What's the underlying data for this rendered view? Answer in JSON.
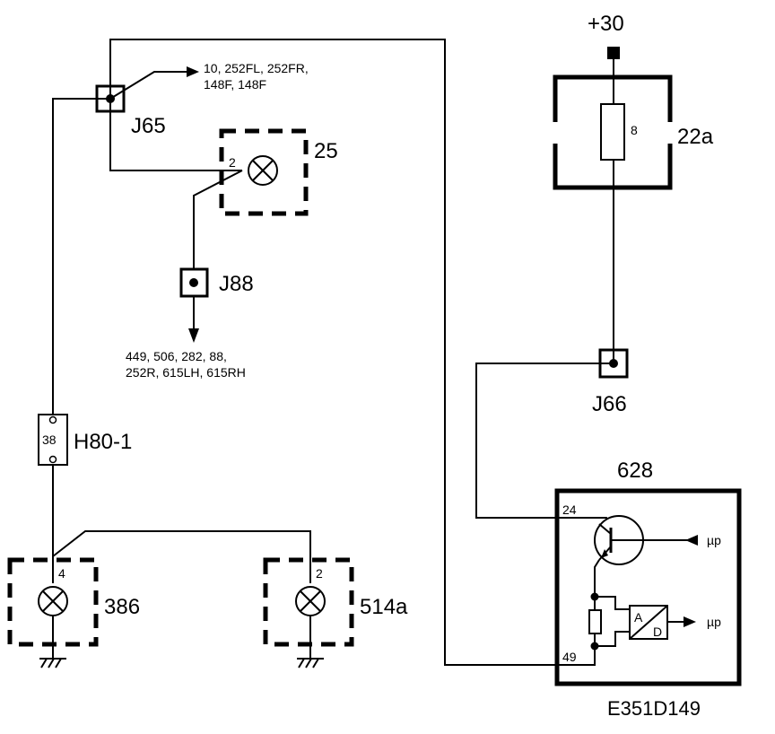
{
  "labels": {
    "supply": "+30",
    "j65": "J65",
    "j88": "J88",
    "j66": "J66",
    "h80": "H80-1",
    "c25": "25",
    "c22a": "22a",
    "c386": "386",
    "c514a": "514a",
    "c628": "628",
    "drawing_id": "E351D149",
    "j65_dest_line1": "10, 252FL, 252FR,",
    "j65_dest_line2": "148F, 148F",
    "j88_dest_line1": "449, 506, 282, 88,",
    "j88_dest_line2": "252R, 615LH, 615RH"
  },
  "pins": {
    "c25_pin": "2",
    "c22a_fuse": "8",
    "h80_pin": "38",
    "c386_pin": "4",
    "c514a_pin": "2",
    "c628_pin24": "24",
    "c628_pin49": "49",
    "adc_a": "A",
    "adc_d": "D",
    "up1": "µp",
    "up2": "µp"
  }
}
